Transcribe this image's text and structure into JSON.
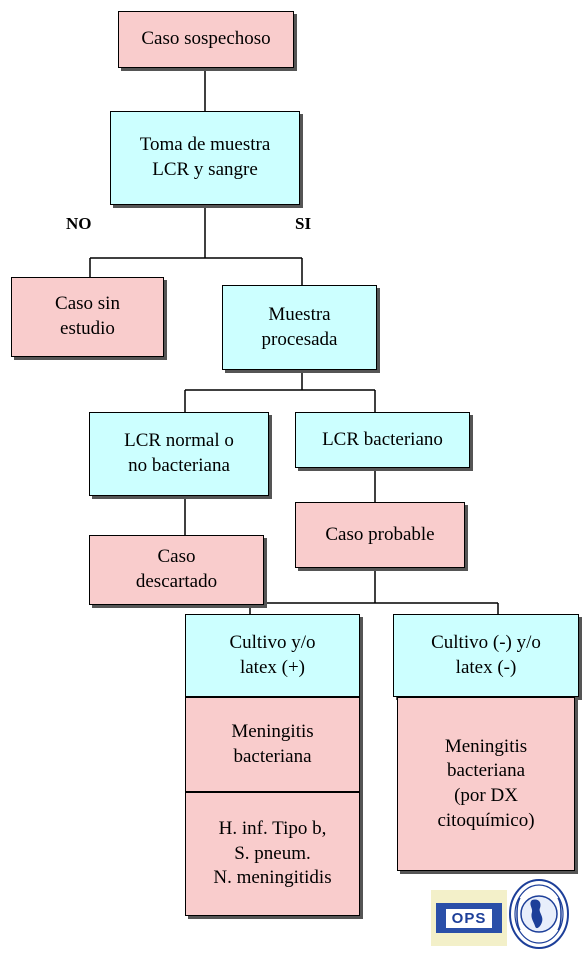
{
  "nodes": {
    "caso_sospechoso": "Caso sospechoso",
    "toma_muestra": "Toma de muestra\nLCR y sangre",
    "caso_sin_estudio": "Caso sin\nestudio",
    "muestra_procesada": "Muestra\nprocesada",
    "lcr_normal": "LCR normal o\nno bacteriana",
    "lcr_bacteriano": "LCR bacteriano",
    "caso_descartado": "Caso\ndescartado",
    "caso_probable": "Caso probable",
    "cultivo_pos": "Cultivo y/o\nlatex (+)",
    "cultivo_neg": "Cultivo (-) y/o\nlatex (-)",
    "meningitis_bacteriana": "Meningitis\nbacteriana",
    "meningitis_dx": "Meningitis\nbacteriana\n(por DX\ncitoquímico)",
    "agentes": "H. inf. Tipo b,\nS. pneum.\nN. meningitidis"
  },
  "edge_labels": {
    "no": "NO",
    "si": "SI"
  },
  "colors": {
    "pink": "#f9cccc",
    "cyan": "#ccffff"
  },
  "logo": {
    "text": "OPS"
  }
}
